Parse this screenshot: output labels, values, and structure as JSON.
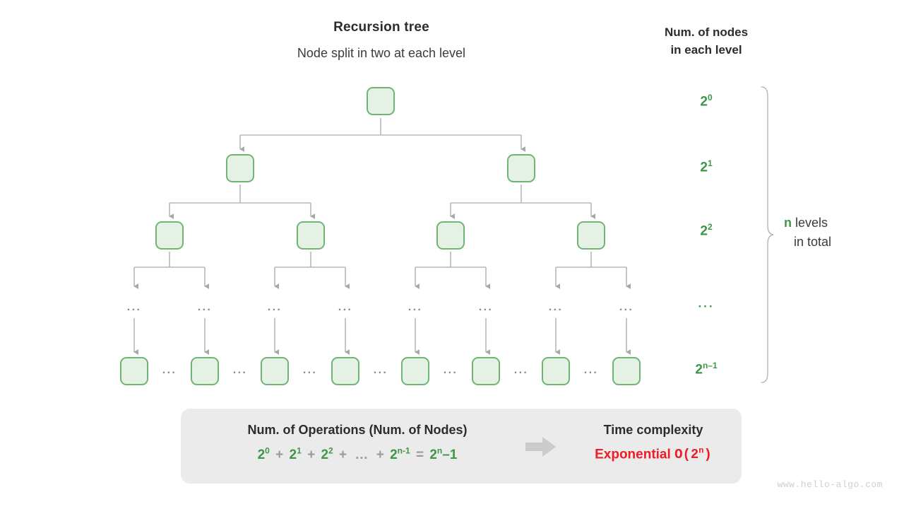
{
  "header": {
    "title": "Recursion tree",
    "subtitle": "Node split in two at each level",
    "column_title_line1": "Num. of nodes",
    "column_title_line2": "in each level"
  },
  "colors": {
    "node_fill": "#E6F1E6",
    "node_border": "#6FB573",
    "green_accent": "#3E9648",
    "red_accent": "#EE1C25",
    "wire": "#B0B0B0",
    "panel_bg": "#EBEBEB"
  },
  "tree": {
    "levels": [
      {
        "index": 0,
        "node_count": 1,
        "ellipsis": false
      },
      {
        "index": 1,
        "node_count": 2,
        "ellipsis": false
      },
      {
        "index": 2,
        "node_count": 4,
        "ellipsis": false
      },
      {
        "index": 3,
        "node_count": 8,
        "ellipsis": true,
        "ellipsis_text": "···"
      },
      {
        "index": 4,
        "node_count": 8,
        "ellipsis": false
      }
    ],
    "gap_marker": "···"
  },
  "level_labels": [
    {
      "base": "2",
      "exp": "0"
    },
    {
      "base": "2",
      "exp": "1"
    },
    {
      "base": "2",
      "exp": "2"
    },
    {
      "base": "···",
      "exp": ""
    },
    {
      "base": "2",
      "exp": "n–1"
    }
  ],
  "brace_note": {
    "highlight": "n",
    "text": "levels",
    "line2": "in total"
  },
  "summary": {
    "left_heading": "Num. of Operations (Num. of Nodes)",
    "right_heading": "Time complexity",
    "formula": {
      "t1": "2",
      "t1e": "0",
      "op1": "+",
      "t2": "2",
      "t2e": "1",
      "op2": "+",
      "t3": "2",
      "t3e": "2",
      "op3": "+",
      "dots": "…",
      "op4": "+",
      "t4": "2",
      "t4e": "n-1",
      "eq": "=",
      "t5": "2",
      "t5e": "n",
      "t5tail": "–1"
    },
    "complexity_word": "Exponential",
    "complexity_big_o": "O(2",
    "complexity_exp": "n",
    "complexity_close": ")",
    "arrow_icon": "right-arrow-icon"
  },
  "watermark": "www.hello-algo.com"
}
